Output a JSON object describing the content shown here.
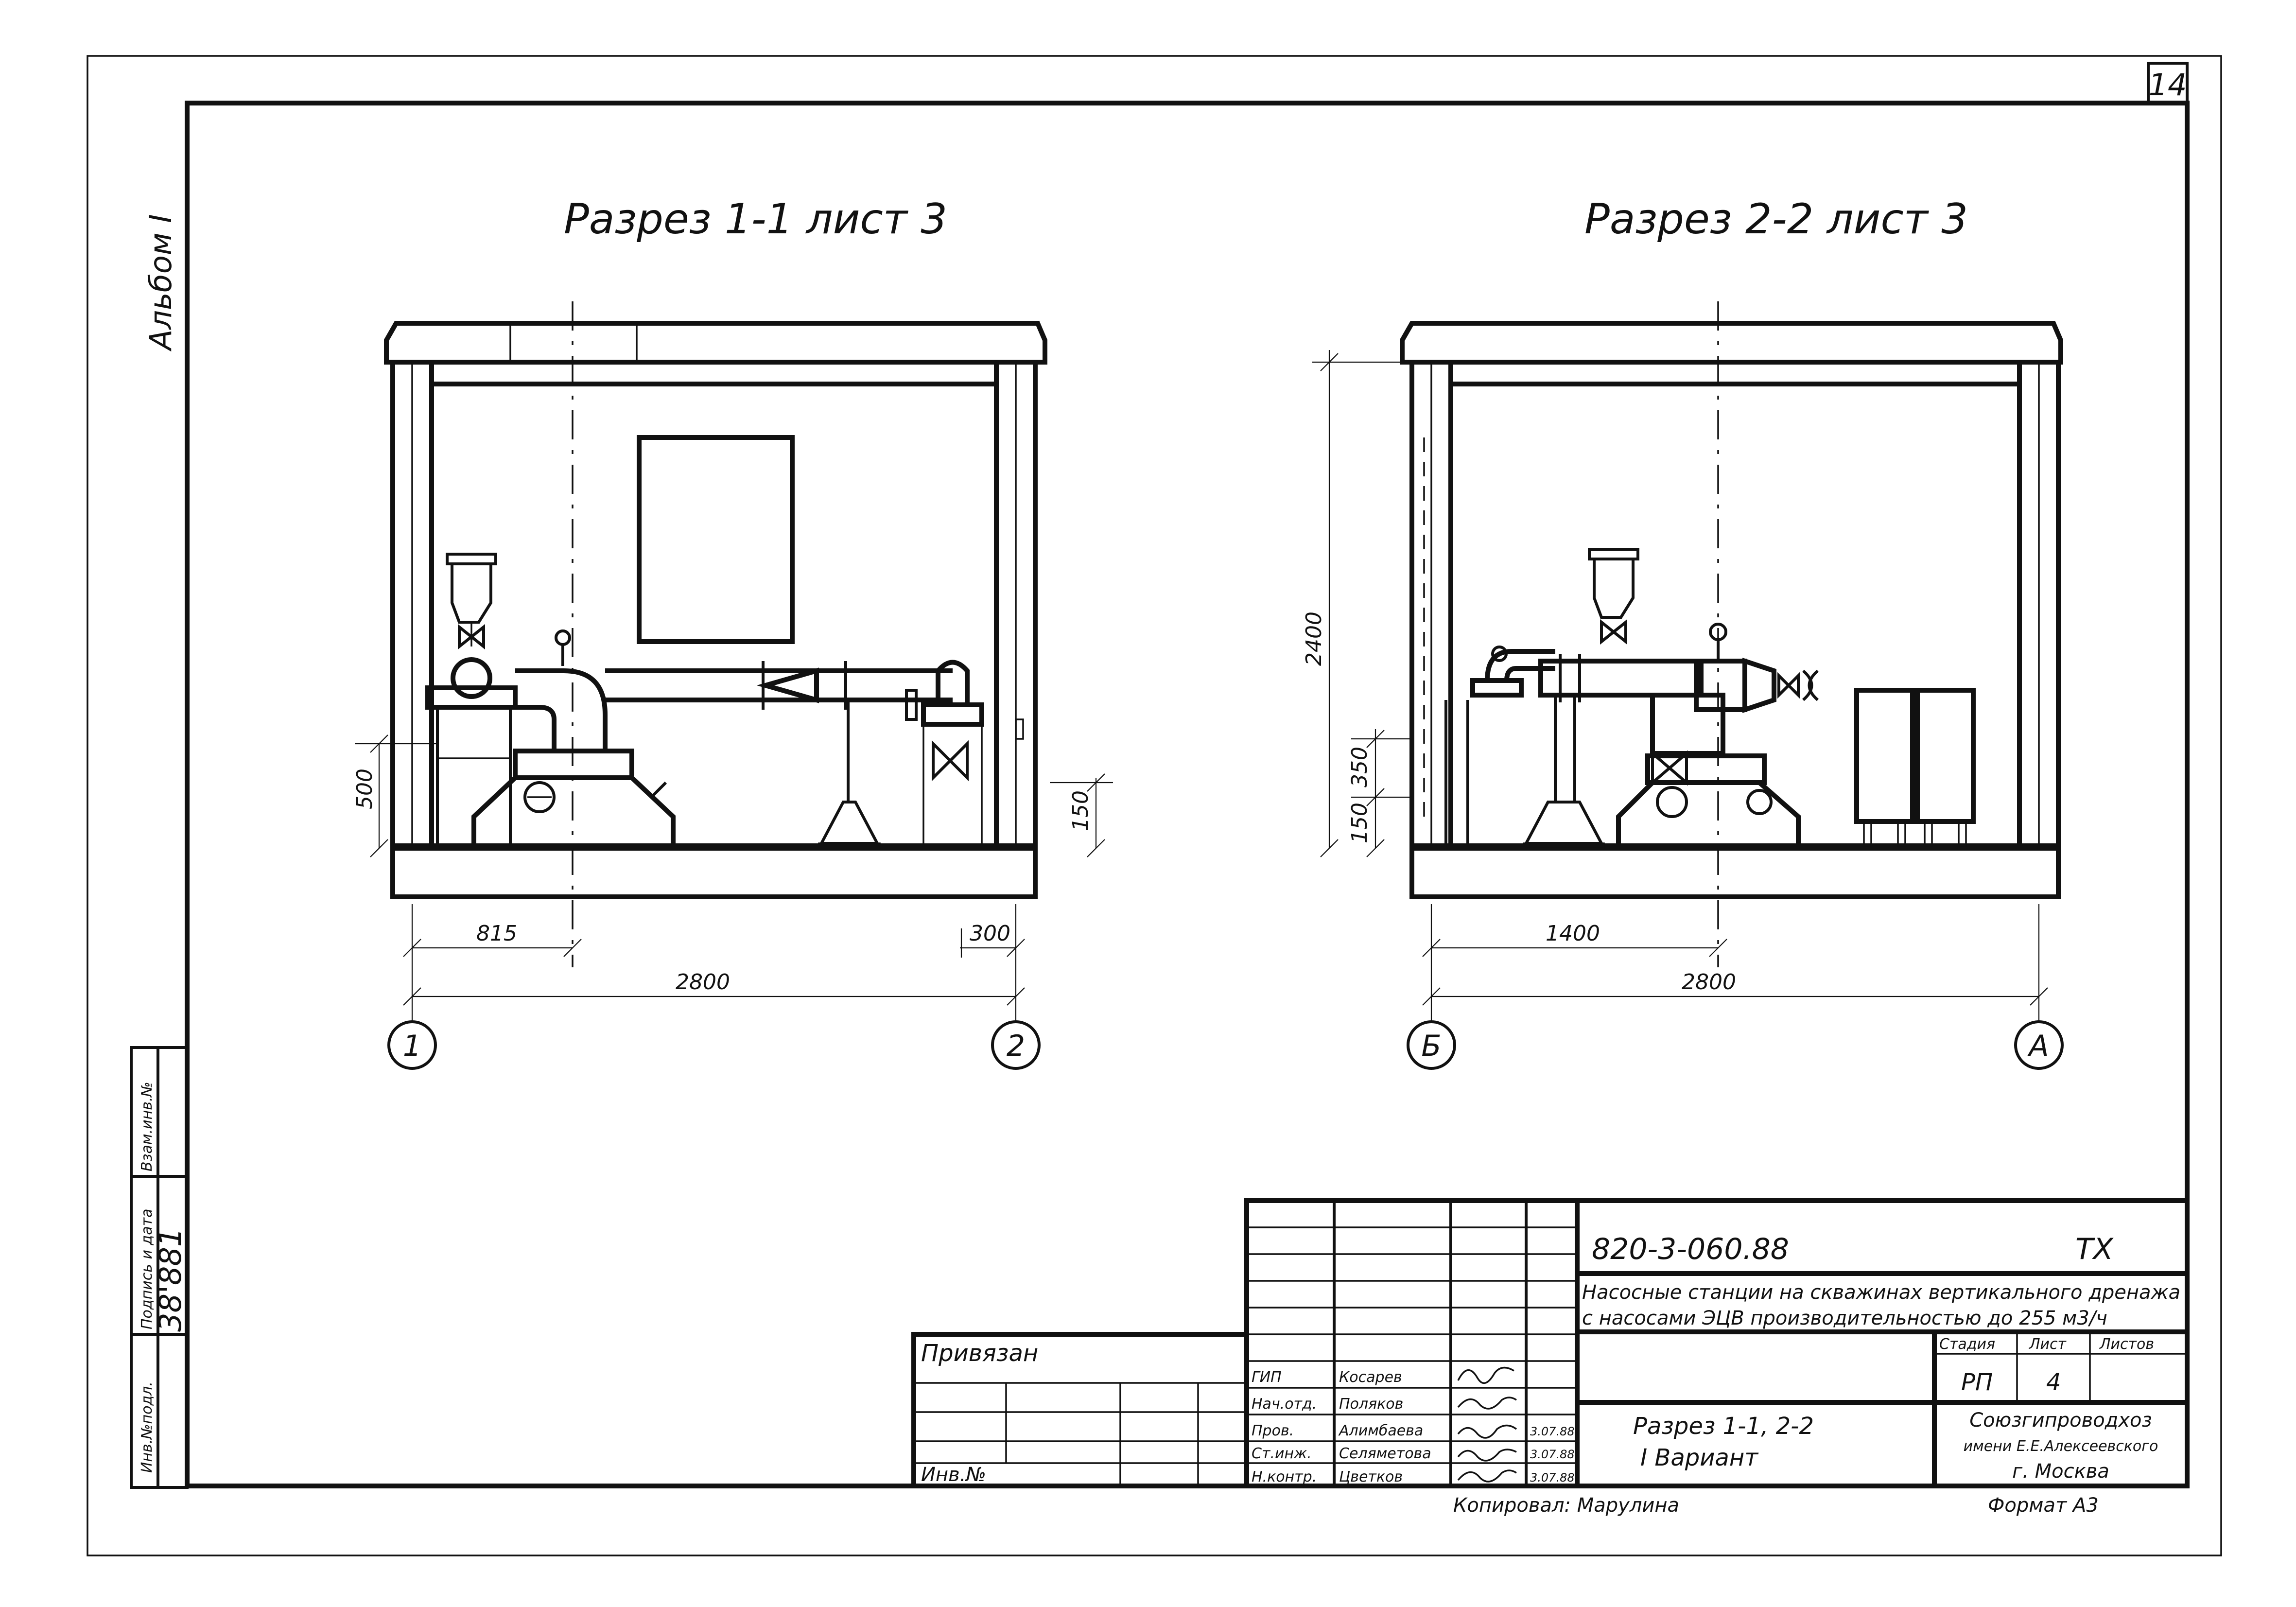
{
  "sheet": {
    "sheet_number": "14",
    "album": "Альбом I",
    "side_stamp": {
      "inv_podl": "Инв.№подл.",
      "podpis_data": "Подпись и дата",
      "vzam_inv": "Взам.инв.№",
      "number_handwritten": "38'881"
    }
  },
  "section_1": {
    "title": "Разрез   1-1   лист 3",
    "dimensions": {
      "d815": "815",
      "d300": "300",
      "d2800": "2800",
      "d500": "500",
      "d150": "150"
    },
    "axes": {
      "left": "1",
      "right": "2"
    }
  },
  "section_2": {
    "title": "Разрез   2-2  лист 3",
    "dimensions": {
      "d1400": "1400",
      "d2800": "2800",
      "d2400": "2400",
      "d350": "350",
      "d150": "150"
    },
    "axes": {
      "left": "Б",
      "right": "А"
    }
  },
  "title_block": {
    "doc_code": "820-3-060.88",
    "mark": "ТХ",
    "description_line1": "Насосные станции на скважинах вертикального дренажа",
    "description_line2": "с насосами ЭЦВ производительностью до 255 м3/ч",
    "privyazan": "Привязан",
    "inv_no": "Инв.№",
    "roles": [
      "ГИП",
      "Нач.отд.",
      "Пров.",
      "Ст.инж.",
      "Н.контр."
    ],
    "names": [
      "Косарев",
      "Поляков",
      "Алимбаева",
      "Селяметова",
      "Цветков"
    ],
    "dates": [
      "",
      "",
      "3.07.88",
      "3.07.88",
      "3.07.88"
    ],
    "stage_header": "Стадия",
    "sheet_header": "Лист",
    "sheets_header": "Листов",
    "stage": "РП",
    "sheet": "4",
    "sheets": "",
    "drawing_title_line1": "Разрез 1-1, 2-2",
    "drawing_title_line2": "I Вариант",
    "org_line1": "Союзгипроводхоз",
    "org_line2": "имени Е.Е.Алексеевского",
    "org_line3": "г. Москва",
    "copied_by": "Копировал: Марулина",
    "format": "Формат А3"
  }
}
